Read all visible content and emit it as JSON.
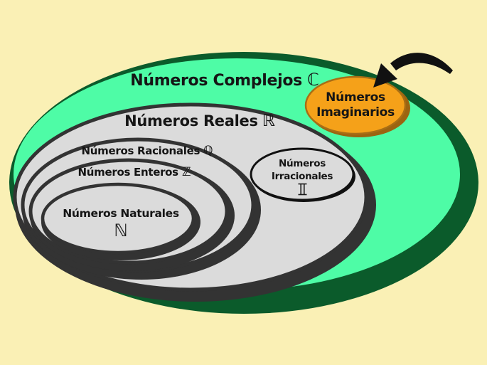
{
  "diagram": {
    "description": "Euler diagram of number sets in Spanish",
    "sets": {
      "complejos": {
        "label": "Números Complejos",
        "symbol": "ℂ"
      },
      "reales": {
        "label": "Números Reales",
        "symbol": "ℝ"
      },
      "racionales": {
        "label": "Números Racionales",
        "symbol": "ℚ"
      },
      "enteros": {
        "label": "Números Enteros",
        "symbol": "ℤ"
      },
      "naturales": {
        "label": "Números Naturales",
        "symbol": "ℕ"
      },
      "irracionales": {
        "label_line1": "Números",
        "label_line2": "Irracionales",
        "symbol": "𝕀"
      },
      "imaginarios": {
        "label_line1": "Números",
        "label_line2": "Imaginarios"
      }
    },
    "colors": {
      "background": "#FAF0B5",
      "complejos_fill": "#4EFCA6",
      "complejos_shadow": "#0B5B2B",
      "set_fill": "#DBDBDB",
      "set_border": "#333333",
      "irracionales_border": "#111111",
      "imaginarios_fill": "#F5A119",
      "imaginarios_border": "#A86E15",
      "imaginarios_shadow": "#9C6410",
      "arrow": "#111111",
      "title_text": "#0D2114",
      "text": "#151515"
    }
  }
}
